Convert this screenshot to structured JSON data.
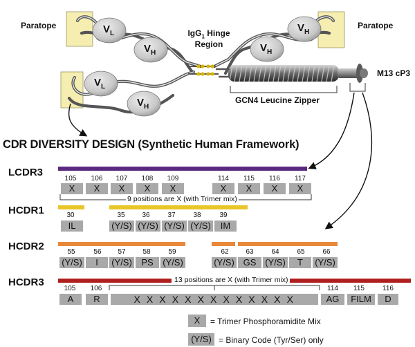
{
  "diagram": {
    "labels": {
      "paratope_left": "Paratope",
      "paratope_right": "Paratope",
      "vl": "V",
      "vl_sub": "L",
      "vh": "V",
      "vh_sub": "H",
      "hinge_line1": "IgG",
      "hinge_sub": "1",
      "hinge_line1_rest": " Hinge",
      "hinge_line2": "Region",
      "zipper": "GCN4 Leucine Zipper",
      "m13": "M13 cP3"
    },
    "title": "CDR DIVERSITY DESIGN (Synthetic Human Framework)",
    "colors": {
      "lcdr3": "#5b2a7e",
      "hcdr1": "#e8c62a",
      "hcdr2": "#e8893a",
      "hcdr3": "#b01e1e",
      "residue_box": "#a9a9a9",
      "paratope": "#f5eeb0"
    }
  },
  "lcdr3": {
    "name": "LCDR3",
    "positions": [
      "105",
      "106",
      "107",
      "108",
      "109",
      "114",
      "115",
      "116",
      "117"
    ],
    "residues": [
      "X",
      "X",
      "X",
      "X",
      "X",
      "X",
      "X",
      "X",
      "X"
    ],
    "note": "9 positions are X (with Trimer mix)"
  },
  "hcdr1": {
    "name": "HCDR1",
    "positions": [
      "30",
      "35",
      "36",
      "37",
      "38",
      "39"
    ],
    "residues": [
      "IL",
      "(Y/S)",
      "(Y/S)",
      "(Y/S)",
      "(Y/S)",
      "IM"
    ]
  },
  "hcdr2": {
    "name": "HCDR2",
    "positions": [
      "55",
      "56",
      "57",
      "58",
      "59",
      "62",
      "63",
      "64",
      "65",
      "66"
    ],
    "residues": [
      "(Y/S)",
      "I",
      "(Y/S)",
      "PS",
      "(Y/S)",
      "(Y/S)",
      "GS",
      "(Y/S)",
      "T",
      "(Y/S)"
    ]
  },
  "hcdr3": {
    "name": "HCDR3",
    "positions": [
      "105",
      "106",
      "114",
      "115",
      "116"
    ],
    "residues": [
      "A",
      "R",
      "X X X X X X X X X X X X X",
      "AG",
      "FILM",
      "D"
    ],
    "note": "13 positions are X (with Trimer mix)"
  },
  "legend": [
    {
      "box": "X",
      "text": "= Trimer Phosphoramidite Mix"
    },
    {
      "box": "(Y/S)",
      "text": "= Binary Code (Tyr/Ser) only"
    }
  ]
}
